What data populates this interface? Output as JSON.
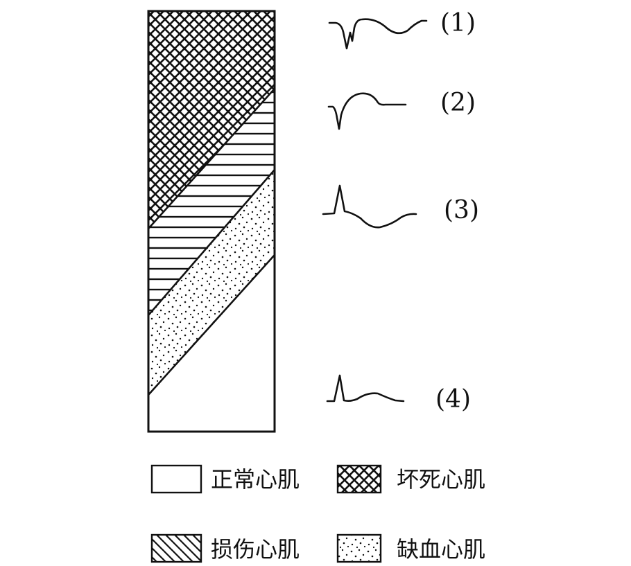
{
  "waveforms": [
    {
      "label": "(1)"
    },
    {
      "label": "(2)"
    },
    {
      "label": "(3)"
    },
    {
      "label": "(4)"
    }
  ],
  "legend": [
    {
      "label": "正常心肌",
      "pattern": "blank"
    },
    {
      "label": "坏死心肌",
      "pattern": "crosshatch"
    },
    {
      "label": "损伤心肌",
      "pattern": "stripes"
    },
    {
      "label": "缺血心肌",
      "pattern": "dots"
    }
  ]
}
